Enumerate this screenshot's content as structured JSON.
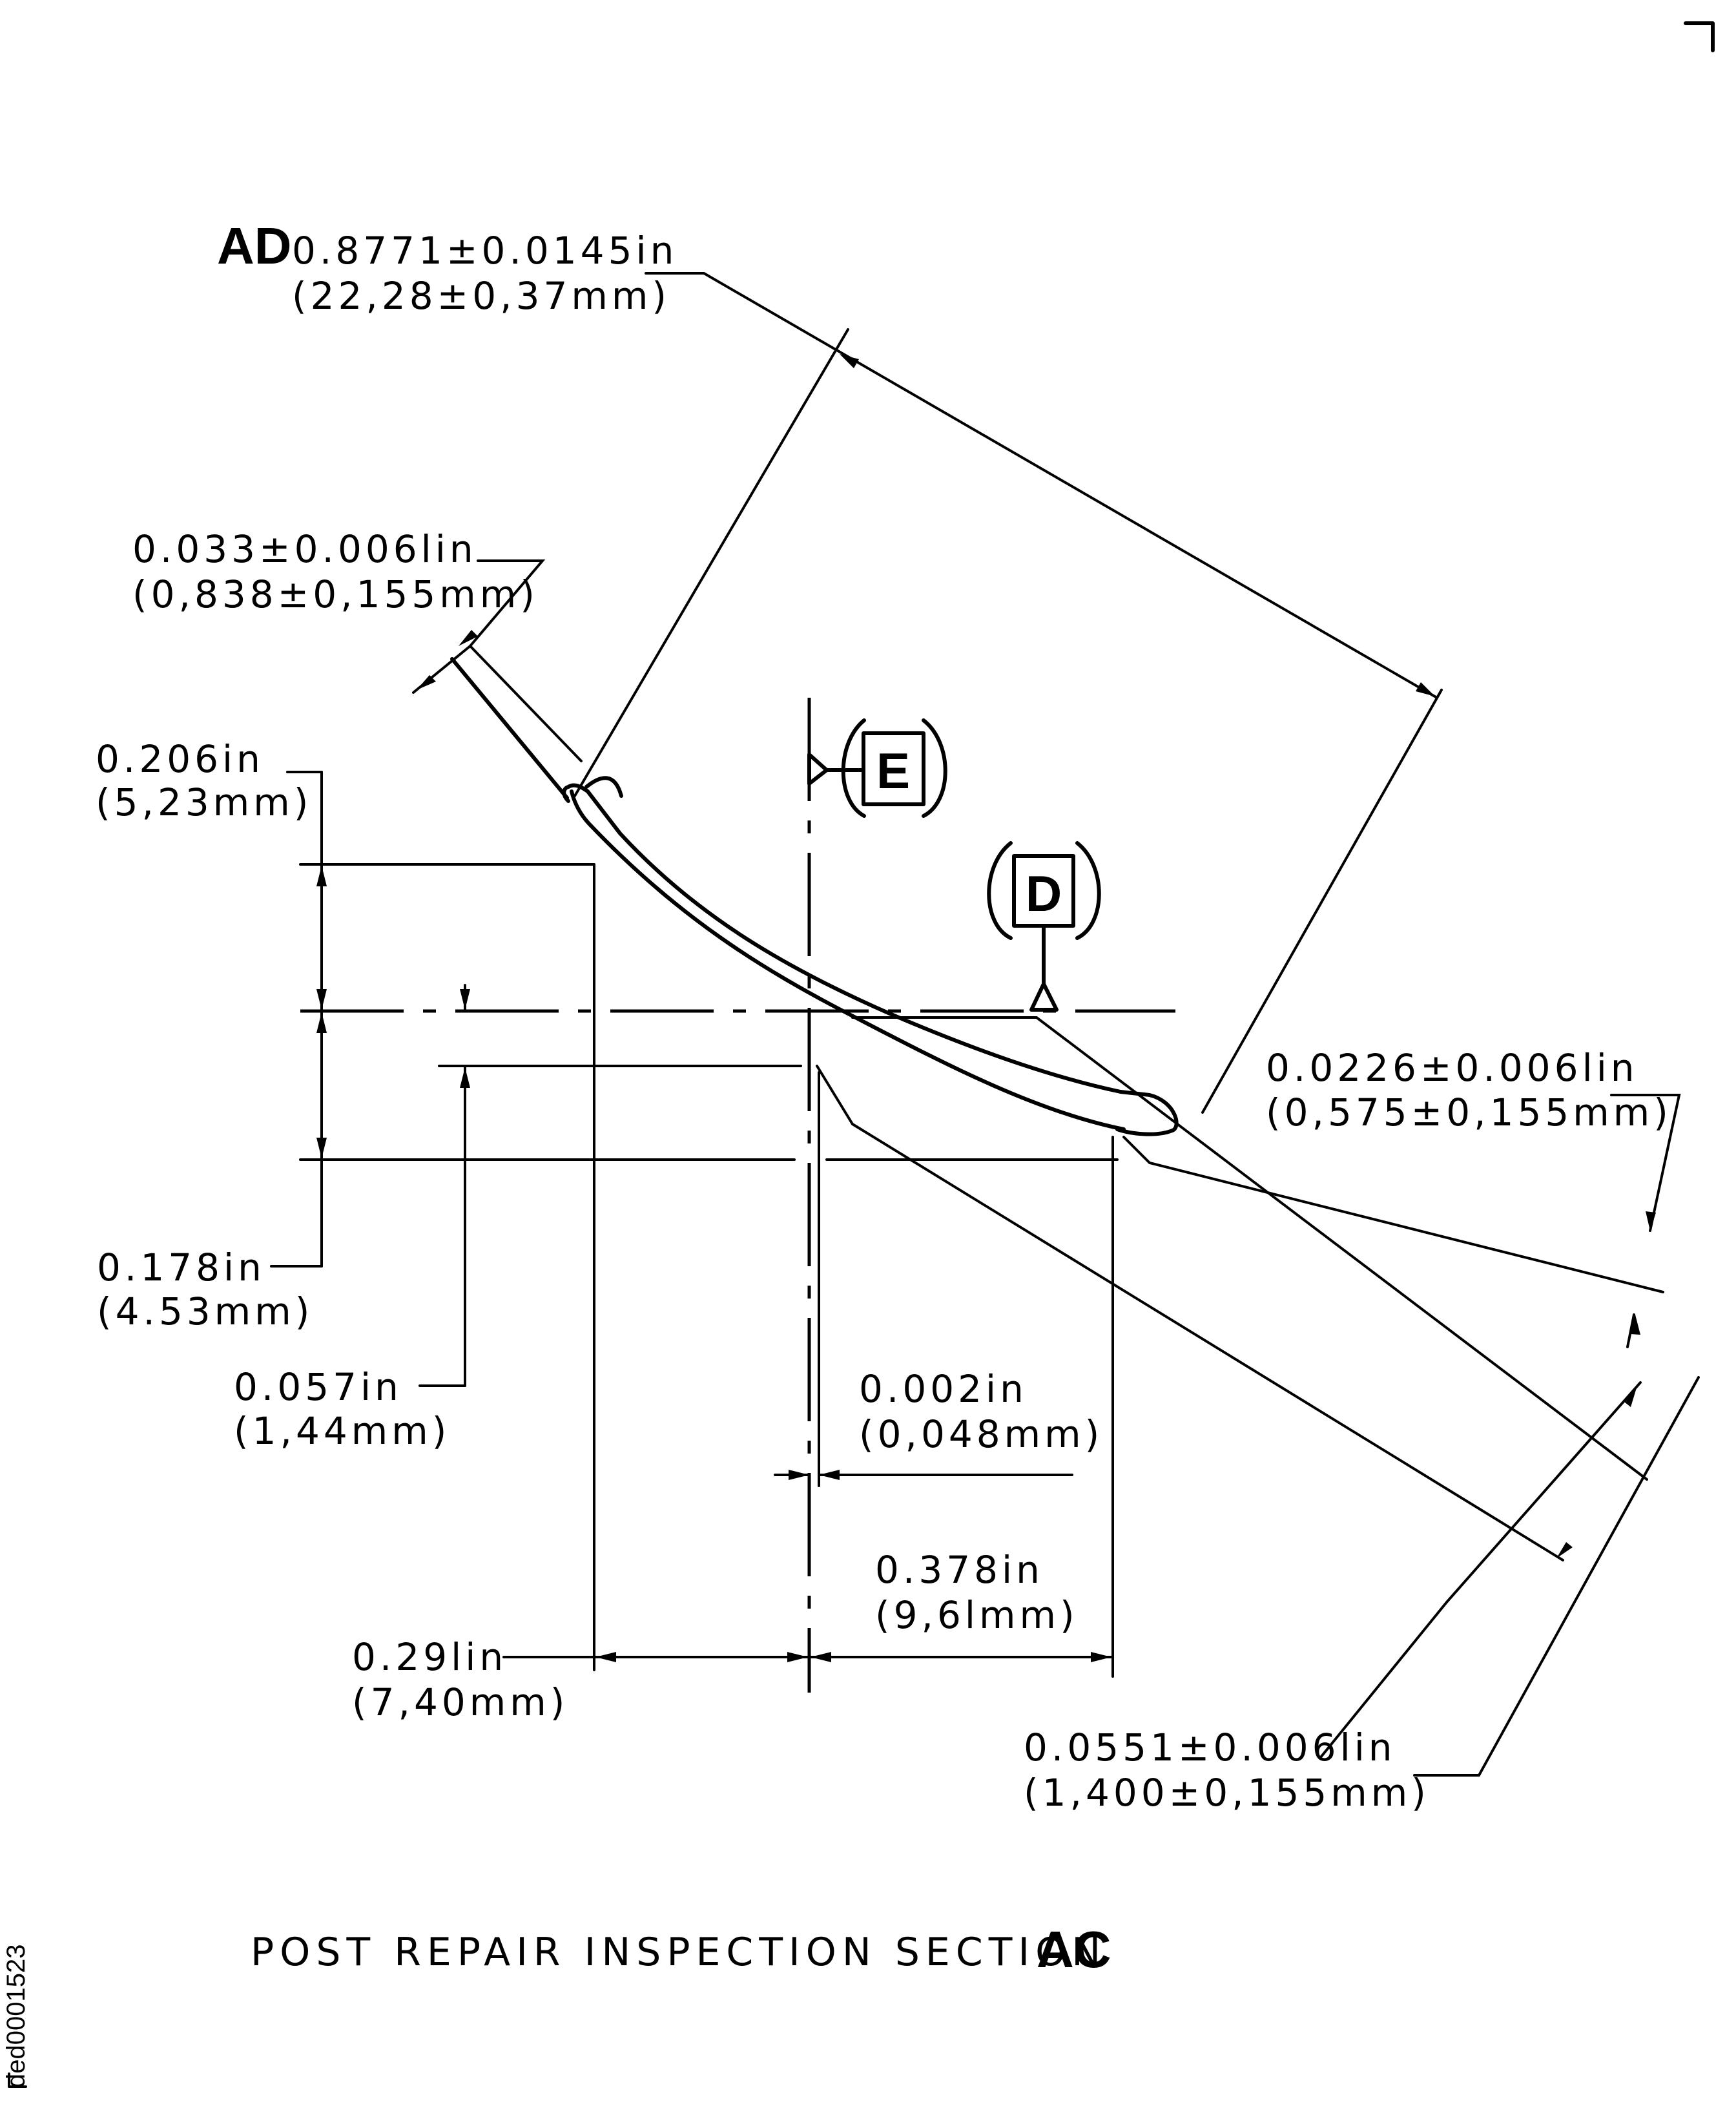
{
  "drawing": {
    "title": "POST REPAIR INSPECTION SECTION",
    "section_label": "AC",
    "reference_id": "ded0001523",
    "datums": [
      {
        "label": "E",
        "type": "datum-feature"
      },
      {
        "label": "D",
        "type": "datum-feature"
      }
    ],
    "dimensions": {
      "chord": {
        "tag": "AD",
        "inch": "0.8771±0.0145in",
        "mm": "(22,28±0,37mm)"
      },
      "le_thickness": {
        "inch": "0.033±0.006lin",
        "mm": "(0,838±0,155mm)"
      },
      "te_thickness": {
        "inch": "0.0226±0.006lin",
        "mm": "(0,575±0,155mm)"
      },
      "max_thickness": {
        "inch": "0.0551±0.006lin",
        "mm": "(1,400±0,155mm)"
      },
      "le_height": {
        "inch": "0.206in",
        "mm": "(5,23mm)"
      },
      "te_height": {
        "inch": "0.178in",
        "mm": "(4.53mm)"
      },
      "offset_height": {
        "inch": "0.057in",
        "mm": "(1,44mm)"
      },
      "offset_width": {
        "inch": "0.002in",
        "mm": "(0,048mm)"
      },
      "le_width": {
        "inch": "0.29lin",
        "mm": "(7,40mm)"
      },
      "te_width": {
        "inch": "0.378in",
        "mm": "(9,6lmm)"
      }
    }
  }
}
